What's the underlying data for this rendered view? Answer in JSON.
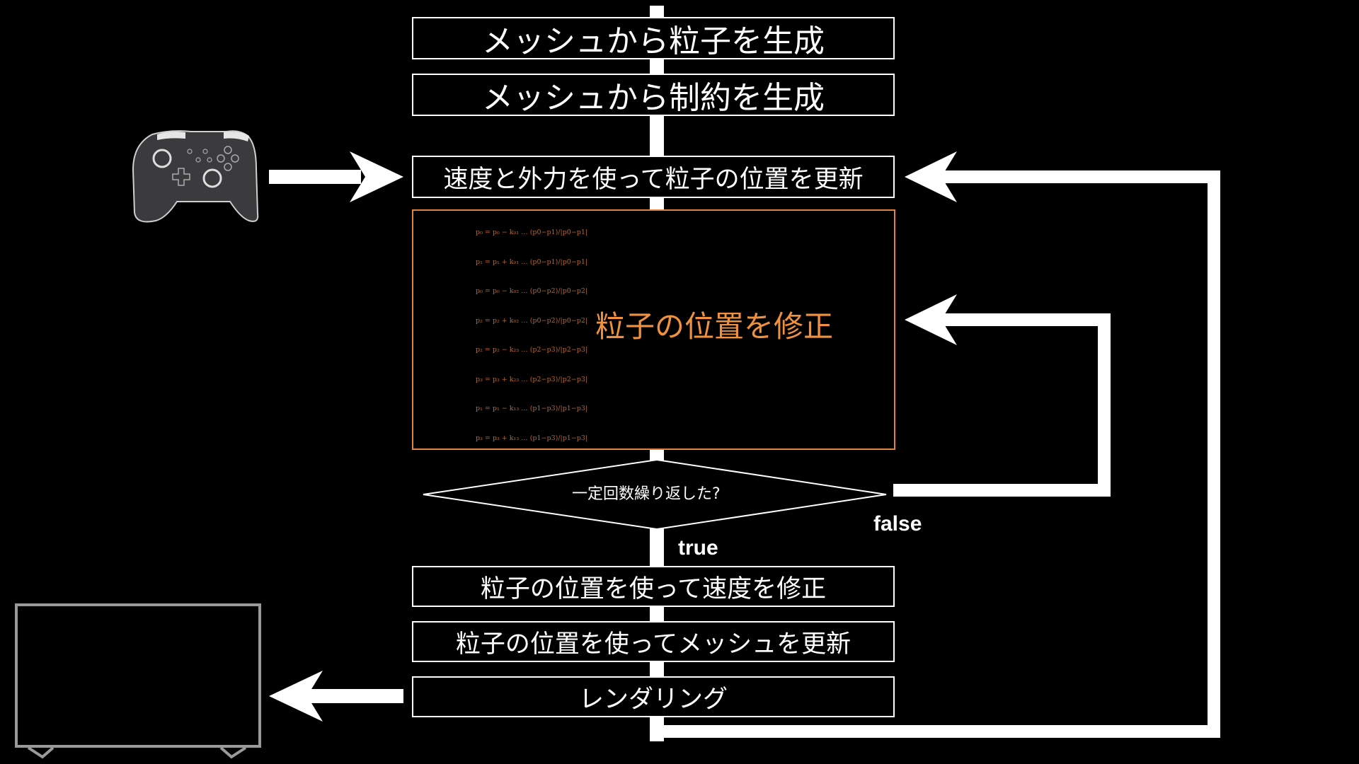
{
  "flow": {
    "steps": [
      "メッシュから粒子を生成",
      "メッシュから制約を生成",
      "速度と外力を使って粒子の位置を更新"
    ],
    "constraint_step": {
      "title": "粒子の位置を修正",
      "equations": [
        "p₀ = p₀ − k₀₁ … (p0−p1)/|p0−p1|",
        "p₁ = p₁ + k₀₁ … (p0−p1)/|p0−p1|",
        "p₀ = p₀ − k₀₂ … (p0−p2)/|p0−p2|",
        "p₂ = p₂ + k₀₂ … (p0−p2)/|p0−p2|",
        "p₂ = p₂ − k₂₃ … (p2−p3)/|p2−p3|",
        "p₃ = p₃ + k₂₃ … (p2−p3)/|p2−p3|",
        "p₁ = p₁ − k₁₃ … (p1−p3)/|p1−p3|",
        "p₃ = p₃ + k₁₃ … (p1−p3)/|p1−p3|"
      ]
    },
    "decision": {
      "question": "一定回数繰り返した?",
      "true_label": "true",
      "false_label": "false"
    },
    "after_steps": [
      "粒子の位置を使って速度を修正",
      "粒子の位置を使ってメッシュを更新",
      "レンダリング"
    ]
  },
  "icons": {
    "input_device": "gamepad-icon",
    "output_device": "monitor-icon"
  },
  "colors": {
    "background": "#000000",
    "foreground": "#ffffff",
    "constraint_accent": "#f0913f"
  }
}
